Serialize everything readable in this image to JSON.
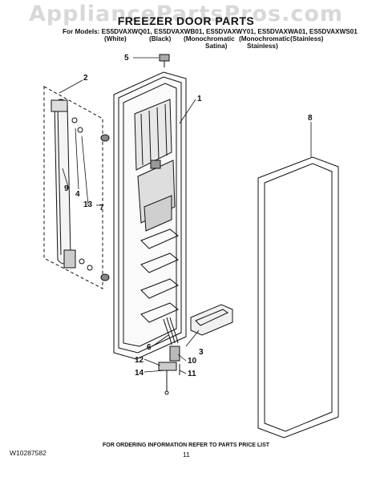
{
  "watermark": "AppliancePartsPros.com",
  "title": "FREEZER DOOR PARTS",
  "models_line": "For Models: ES5DVAXWQ01, ES5DVAXWB01, ES5DVAXWY01, ES5DVAXWA01, ES5DVAXWS01",
  "variants": {
    "white": "(White)",
    "black": "(Black)",
    "mono_satina": "(Monochromatic",
    "mono_stainless": "(Monochromatic",
    "stainless": "(Stainless)",
    "satina": "Satina)",
    "stainless2": "Stainless)"
  },
  "callouts": [
    "1",
    "2",
    "3",
    "4",
    "5",
    "6",
    "7",
    "8",
    "9",
    "10",
    "11",
    "12",
    "13",
    "14"
  ],
  "footer": {
    "doc_number": "W10287582",
    "ordering_note": "FOR ORDERING INFORMATION REFER TO PARTS PRICE LIST",
    "page_number": "11"
  }
}
